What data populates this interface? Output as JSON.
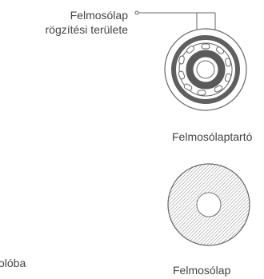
{
  "callout": {
    "label_line1": "Felmosólap",
    "label_line2": "rögzítési területe"
  },
  "holder_caption": "Felmosólaptartó",
  "pad_caption": "Felmosólap",
  "cut_text": "olóba",
  "colors": {
    "stroke": "#666666",
    "text": "#444444",
    "ring": "#5f5f5f"
  }
}
